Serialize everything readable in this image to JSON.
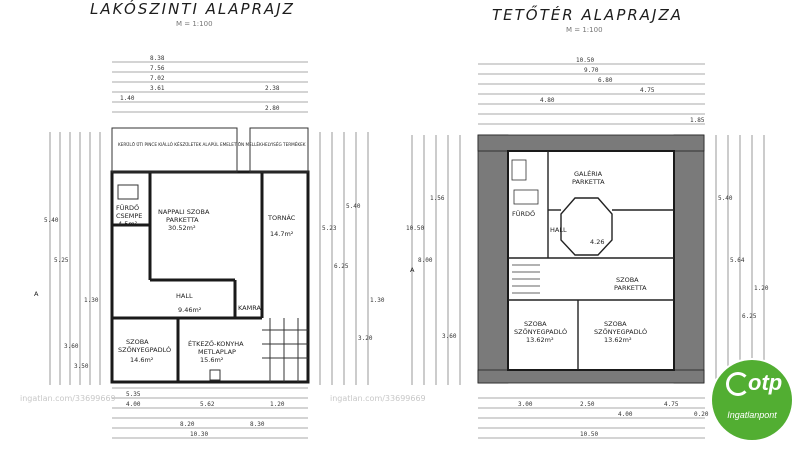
{
  "left_plan": {
    "title": "LAKÓSZINTI ALAPRAJZ",
    "scale": "M = 1:100",
    "section_marker": "A",
    "note": "KERÜLŐ ÜTI PINCE KIÁLLÓ KÉSZÜLETEK ALAPÚL EMELET ÖN MELLÉKHELYISÉG TERMÉKEK",
    "rooms": [
      {
        "name": "NAPPALI SZOBA",
        "sub": "PARKETTA",
        "area": "30.52m²"
      },
      {
        "name": "FÜRDŐ",
        "sub": "CSEMPE",
        "area": "4.5m²"
      },
      {
        "name": "TORNÁC",
        "sub": "",
        "area": "14.7m²"
      },
      {
        "name": "HALL",
        "sub": "",
        "area": "9.46m²"
      },
      {
        "name": "KAMRA",
        "sub": "",
        "area": ""
      },
      {
        "name": "SZOBA",
        "sub": "SZŐNYEGPADLÓ",
        "area": "14.6m²"
      },
      {
        "name": "ÉTKEZŐ-KONYHA",
        "sub": "METLAPLAP",
        "area": "15.6m²"
      }
    ],
    "dims_top": [
      "8.38",
      "7.56",
      "7.02",
      "3.61",
      "2.38",
      "1.40",
      "2.80"
    ],
    "dims_bottom": [
      "5.35",
      "4.00",
      "5.62",
      "1.20",
      "8.20",
      "8.30",
      "10.30"
    ],
    "dims_left": [
      "5.40",
      "5.25",
      "3.60",
      "3.50",
      "1.30"
    ],
    "dims_right": [
      "5.23",
      "6.25",
      "5.40",
      "3.20",
      "1.30"
    ]
  },
  "right_plan": {
    "title": "TETŐTÉR ALAPRAJZA",
    "scale": "M = 1:100",
    "section_marker": "A",
    "rooms": [
      {
        "name": "SZOBA",
        "sub": "SZŐNYEGPADLÓ",
        "area": "13.62m²"
      },
      {
        "name": "SZOBA",
        "sub": "SZŐNYEGPADLÓ",
        "area": "13.62m²"
      },
      {
        "name": "SZOBA",
        "sub": "PARKETTA",
        "area": ""
      },
      {
        "name": "GALÉRIA",
        "sub": "PARKETTA",
        "area": ""
      },
      {
        "name": "HALL",
        "sub": "",
        "area": "4.26"
      },
      {
        "name": "FÜRDŐ",
        "sub": "",
        "area": ""
      }
    ],
    "dims_top": [
      "10.50",
      "9.70",
      "6.80",
      "4.75",
      "4.80",
      "1.85"
    ],
    "dims_bottom": [
      "3.00",
      "2.50",
      "4.00",
      "4.75",
      "0.20",
      "10.50"
    ],
    "dims_left": [
      "10.50",
      "8.00",
      "1.56",
      "3.60"
    ],
    "dims_right": [
      "5.40",
      "5.64",
      "6.25",
      "1.20"
    ]
  },
  "watermarks": [
    "ingatlan.com/33699669",
    "ingatlan.com/33699669"
  ],
  "badge": {
    "brand": "otp",
    "subtitle": "Ingatlanpont",
    "color": "#52ae32"
  }
}
